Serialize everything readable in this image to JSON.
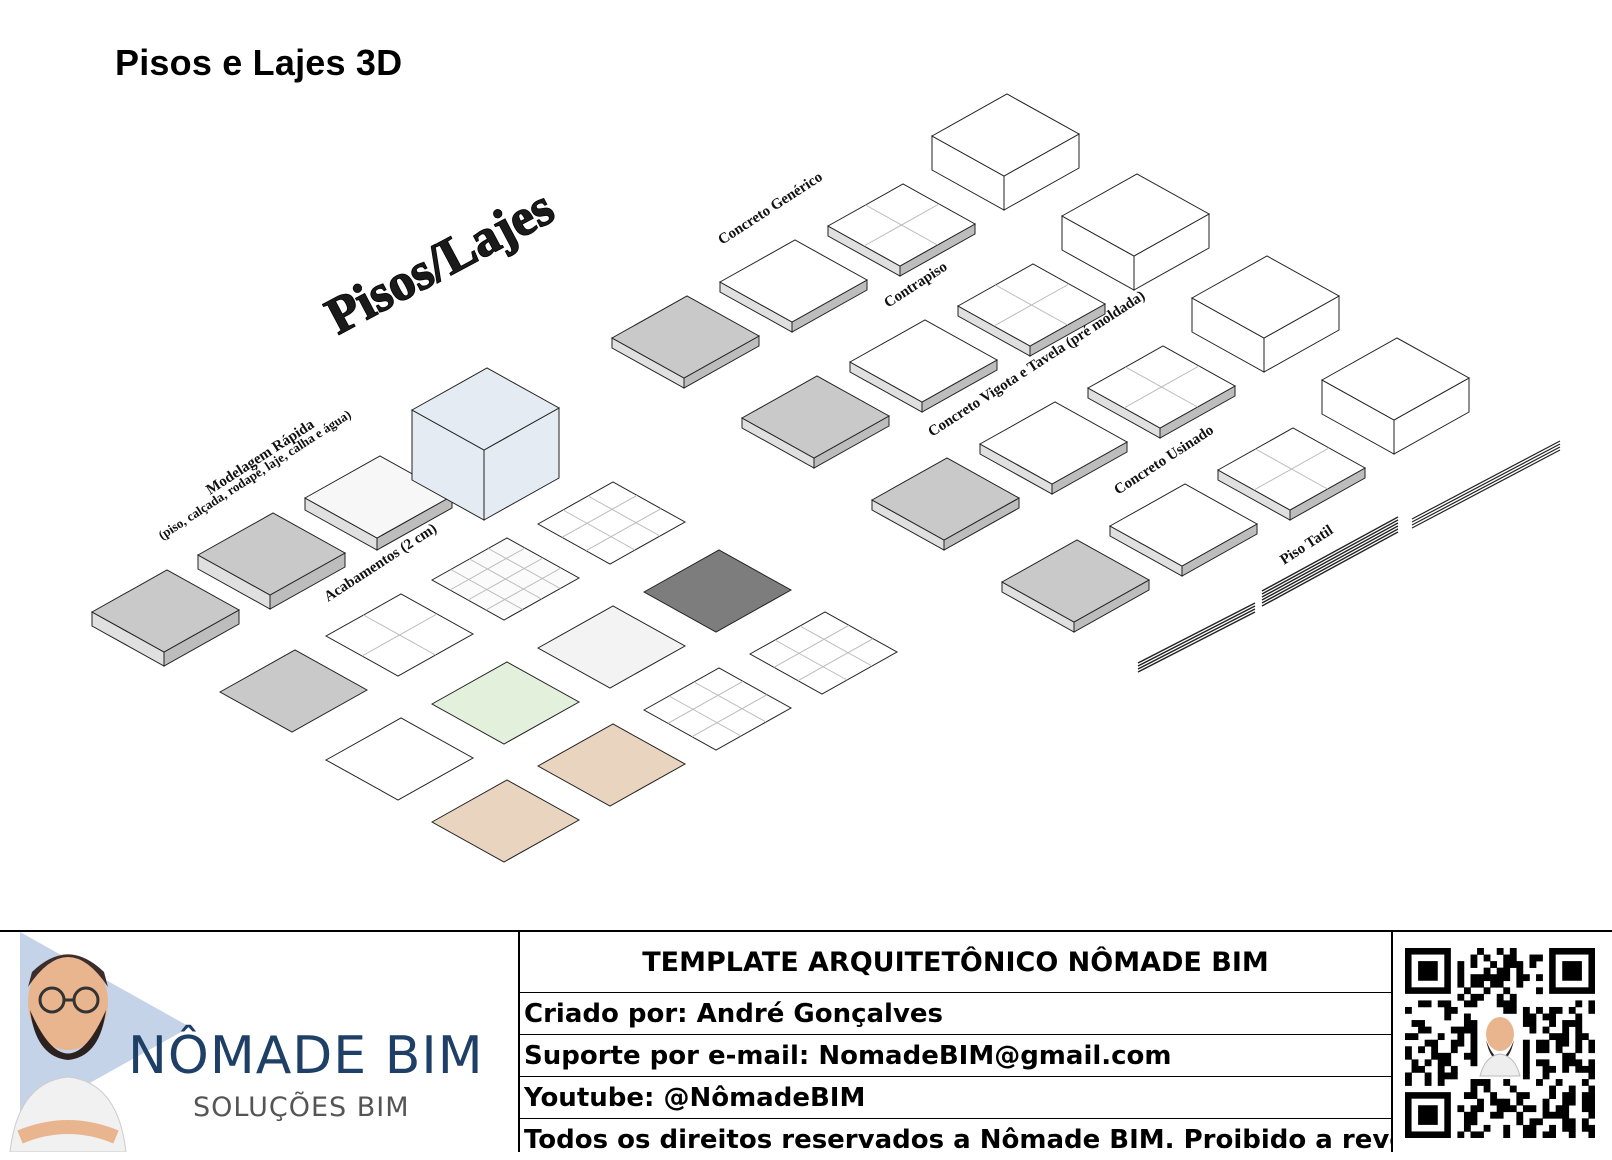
{
  "page": {
    "title": "Pisos e Lajes 3D"
  },
  "drawing": {
    "heading": "Pisos/Lajes",
    "labels": {
      "modelagem": "Modelagem Rápida",
      "modelagem_sub": "(piso, calçada, rodapé, laje, calha e água)",
      "acabamentos": "Acabamentos (2 cm)",
      "concreto_generico": "Concreto Genérico",
      "contrapiso": "Contrapiso",
      "concreto_vigota": "Concreto Vigota e Tavela (pré moldada)",
      "concreto_usinado": "Concreto Usinado",
      "piso_tatil": "Piso Tatil"
    }
  },
  "title_block": {
    "logo": {
      "brand": "NÔMADE BIM",
      "subtitle": "SOLUÇÕES BIM"
    },
    "header": "TEMPLATE ARQUITETÔNICO NÔMADE BIM",
    "rows": [
      "Criado por: André Gonçalves",
      "Suporte por e-mail: NomadeBIM@gmail.com",
      "Youtube: @NômadeBIM",
      "Todos os direitos reservados a Nômade BIM. Proibido a revenda!"
    ]
  },
  "colors": {
    "gray_tile": "#c9c9c9",
    "dark_tile": "#7d7d7d",
    "green_tile": "#e3f0dc",
    "wood_tile": "#e8d4bf",
    "box_fill": "#e4ebf2",
    "brand_blue": "#1e3f66"
  }
}
